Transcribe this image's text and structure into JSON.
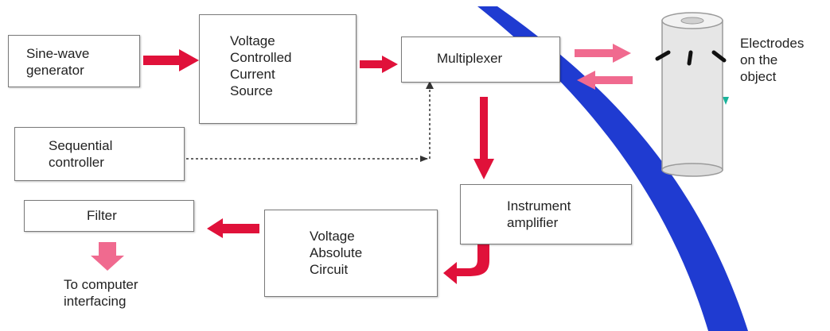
{
  "blocks": {
    "sine_wave": "Sine-wave\ngenerator",
    "vccs": "Voltage\nControlled\nCurrent\nSource",
    "multiplexer": "Multiplexer",
    "sequential": "Sequential\ncontroller",
    "instrument": "Instrument\namplifier",
    "absolute": "Voltage\nAbsolute\nCircuit",
    "filter": "Filter"
  },
  "labels": {
    "electrodes": "Electrodes\non the\nobject",
    "to_computer": "To computer\ninterfacing"
  },
  "colors": {
    "arrow_red": "#e0113a",
    "arrow_pink": "#f06a8f",
    "blue_band": "#1f3bd1",
    "cylinder": "#e6e6e6",
    "dotted": "#333333"
  }
}
